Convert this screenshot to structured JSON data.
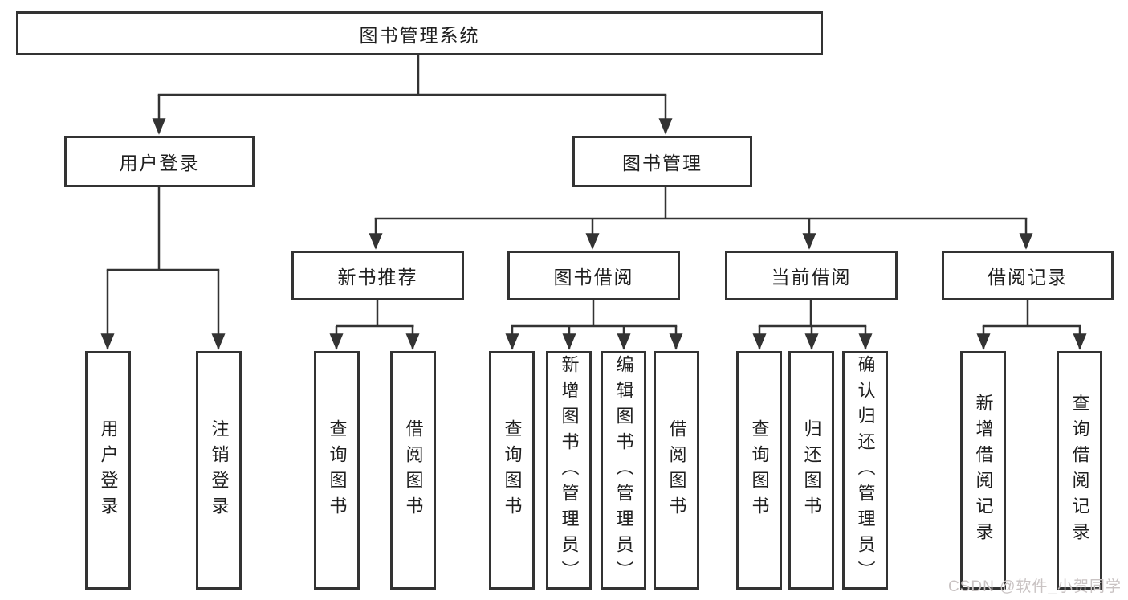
{
  "nodes": {
    "root": "图书管理系统",
    "user_login": "用户登录",
    "book_management": "图书管理",
    "leaf_user_login": "用户登录",
    "leaf_logout": "注销登录",
    "new_book_recommend": "新书推荐",
    "book_borrow": "图书借阅",
    "current_borrow": "当前借阅",
    "borrow_records": "借阅记录",
    "nb_query_book": "查询图书",
    "nb_borrow_book": "借阅图书",
    "bb_query_book": "查询图书",
    "bb_add_book": "新增图书（管理员）",
    "bb_edit_book": "编辑图书（管理员）",
    "bb_borrow_book": "借阅图书",
    "cb_query_book": "查询图书",
    "cb_return_book": "归还图书",
    "cb_confirm_return": "确认归还（管理员）",
    "br_add_record": "新增借阅记录",
    "br_query_record": "查询借阅记录"
  },
  "hierarchy": {
    "图书管理系统": {
      "用户登录": [
        "用户登录",
        "注销登录"
      ],
      "图书管理": {
        "新书推荐": [
          "查询图书",
          "借阅图书"
        ],
        "图书借阅": [
          "查询图书",
          "新增图书（管理员）",
          "编辑图书（管理员）",
          "借阅图书"
        ],
        "当前借阅": [
          "查询图书",
          "归还图书",
          "确认归还（管理员）"
        ],
        "借阅记录": [
          "新增借阅记录",
          "查询借阅记录"
        ]
      }
    }
  },
  "watermark": "CSDN @软件_小贺同学",
  "colors": {
    "line": "#333333",
    "box_border": "#333333",
    "text": "#1f1f1f",
    "background": "#ffffff",
    "watermark": "#c9c3c3"
  }
}
